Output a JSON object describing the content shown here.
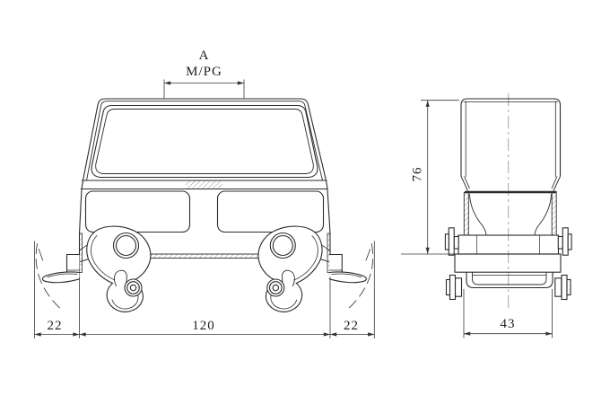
{
  "colors": {
    "background": "#ffffff",
    "line": "#2b2b2b",
    "dim_line": "#3a3a3a",
    "text": "#1c1c1c"
  },
  "front_view": {
    "label_a": "A",
    "label_mpg": "M/PG",
    "dim_left": "22",
    "dim_width": "120",
    "dim_right": "22"
  },
  "side_view": {
    "dim_height": "76",
    "dim_depth": "43"
  }
}
